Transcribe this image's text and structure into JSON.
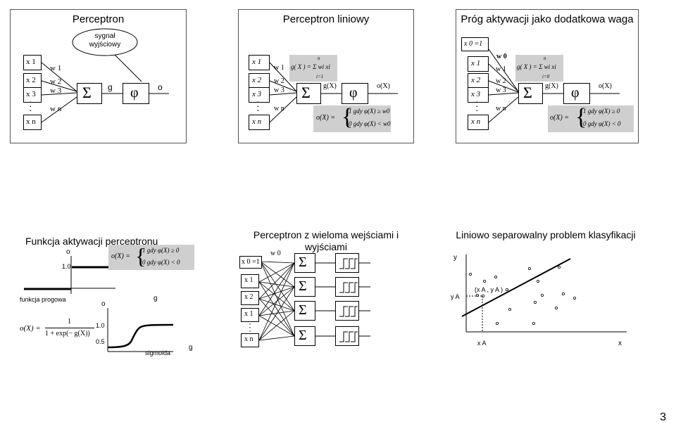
{
  "slide1": {
    "title": "Perceptron",
    "callout": "sygnał\nwyjściowy",
    "inputs": [
      "x 1",
      "x 2",
      "x 3",
      "x n"
    ],
    "weights": [
      "w 1",
      "w 2",
      "w 3",
      "w n"
    ],
    "sum": "Σ",
    "g": "g",
    "phi": "φ",
    "o": "o"
  },
  "slide2": {
    "title": "Perceptron liniowy",
    "inputs": [
      "x 1",
      "x 2",
      "x 3",
      "x n"
    ],
    "weights": [
      "w 1",
      "w 2",
      "w 3",
      "w n"
    ],
    "g_formula": "g( X ) = Σ wi xi",
    "sum_top": "n",
    "sum_bottom": "i=1",
    "sum": "Σ",
    "gx": "g(X)",
    "phi": "φ",
    "ox": "o(X)",
    "o_def": "o(X) =",
    "case1": "1  gdy  φ(X) ≥ w0",
    "case2": "0  gdy  φ(X) < w0"
  },
  "slide3": {
    "title": "Próg aktywacji jako dodatkowa waga",
    "x0": "x 0 =1",
    "w0": "w 0",
    "inputs": [
      "x 1",
      "x 2",
      "x 3",
      "x n"
    ],
    "weights": [
      "w 1",
      "w 2",
      "w 3",
      "w n"
    ],
    "g_formula": "g( X ) = Σ wi xi",
    "sum_top": "n",
    "sum_bottom": "i=0",
    "sum": "Σ",
    "gx": "g(X)",
    "phi": "φ",
    "ox": "o(X)",
    "o_def": "o(X) =",
    "case1": "1  gdy  φ(X) ≥ 0",
    "case2": "0  gdy  φ(X) < 0"
  },
  "slide4": {
    "title": "Funkcja aktywacji perceptronu",
    "o_label": "o",
    "one": "1.0",
    "o_def": "o(X) =",
    "case1": "1  gdy  φ(X) ≥ 0",
    "case2": "0  gdy  φ(X) < 0",
    "step_label": "funkcja progowa",
    "o_label2": "o",
    "g_label": "g",
    "one2": "1.0",
    "half": "0.5",
    "sigmoid_formula_lhs": "o(X) =",
    "sigmoid_num": "1",
    "sigmoid_den": "1 + exp(− g(X))",
    "sigmoid_label": "sigmoida",
    "g_axis": "g"
  },
  "slide5": {
    "title": "Perceptron z wieloma wejściami i wyjściami",
    "x0": "x 0 =1",
    "w0": "w 0",
    "inputs": [
      "x 1",
      "x 2",
      "x 1",
      "x n"
    ],
    "sums": [
      "Σ",
      "Σ",
      "Σ",
      "Σ"
    ]
  },
  "slide6": {
    "title": "Liniowo separowalny problem klasyfikacji",
    "y_axis": "y",
    "x_axis": "x",
    "ya": "y A",
    "xa": "x A",
    "point_label": "(x A , y A )"
  },
  "page_number": "3"
}
